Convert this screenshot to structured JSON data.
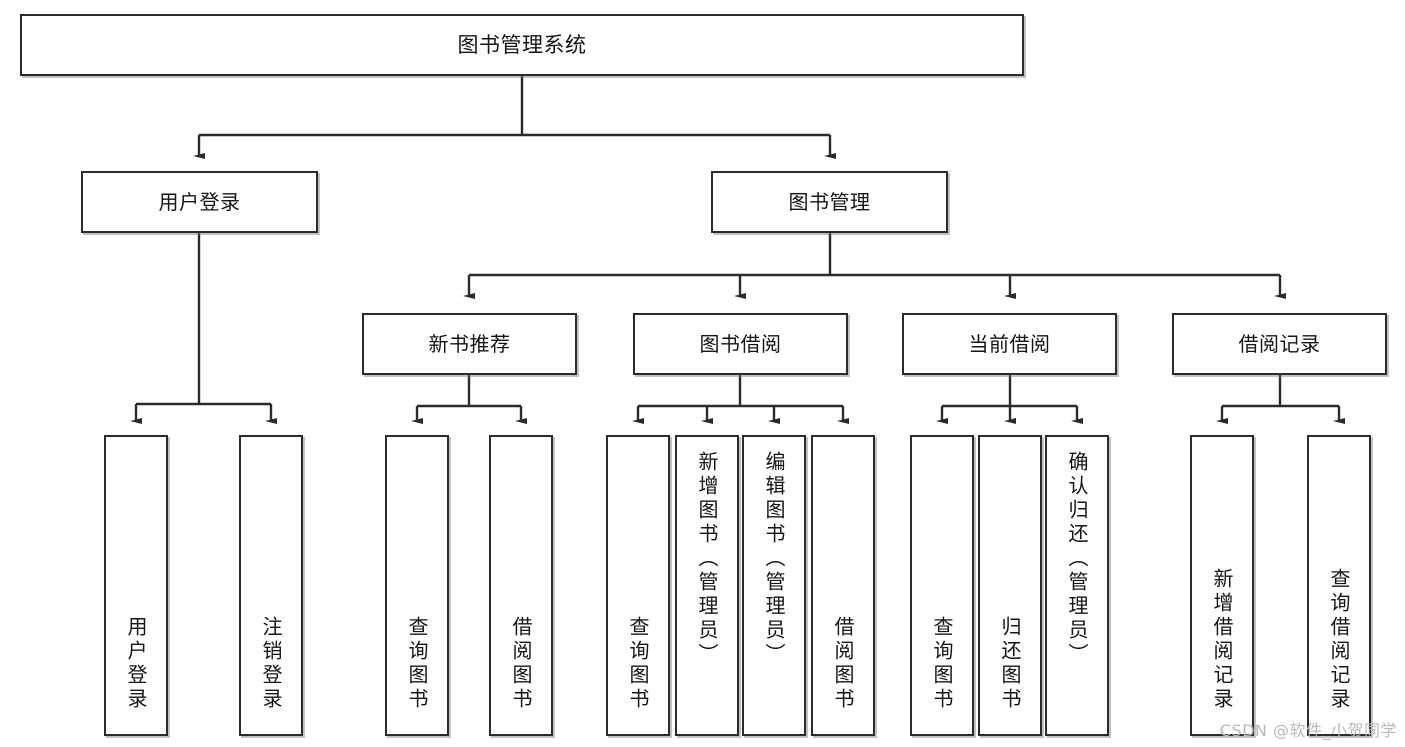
{
  "diagram": {
    "title": "图书管理系统",
    "watermark": "CSDN @软件_小贺同学",
    "type": "tree-hierarchy-diagram",
    "nodes": {
      "root": {
        "label": "图书管理系统"
      },
      "level2": [
        {
          "label": "用户登录"
        },
        {
          "label": "图书管理"
        }
      ],
      "level3": [
        {
          "label": "新书推荐"
        },
        {
          "label": "图书借阅"
        },
        {
          "label": "当前借阅"
        },
        {
          "label": "借阅记录"
        }
      ],
      "leaves": {
        "user_login": [
          {
            "label": "用户登录"
          },
          {
            "label": "注销登录"
          }
        ],
        "new_book": [
          {
            "label": "查询图书"
          },
          {
            "label": "借阅图书"
          }
        ],
        "borrow_book": [
          {
            "label": "查询图书"
          },
          {
            "label": "新增图书（管理员）"
          },
          {
            "label": "编辑图书（管理员）"
          },
          {
            "label": "借阅图书"
          }
        ],
        "current_borrow": [
          {
            "label": "查询图书"
          },
          {
            "label": "归还图书"
          },
          {
            "label": "确认归还（管理员）"
          }
        ],
        "borrow_record": [
          {
            "label": "新增借阅记录"
          },
          {
            "label": "查询借阅记录"
          }
        ]
      }
    },
    "colors": {
      "border": "#2b2b2b",
      "background": "#ffffff",
      "text": "#151515",
      "watermark": "#b8b8b8"
    }
  }
}
